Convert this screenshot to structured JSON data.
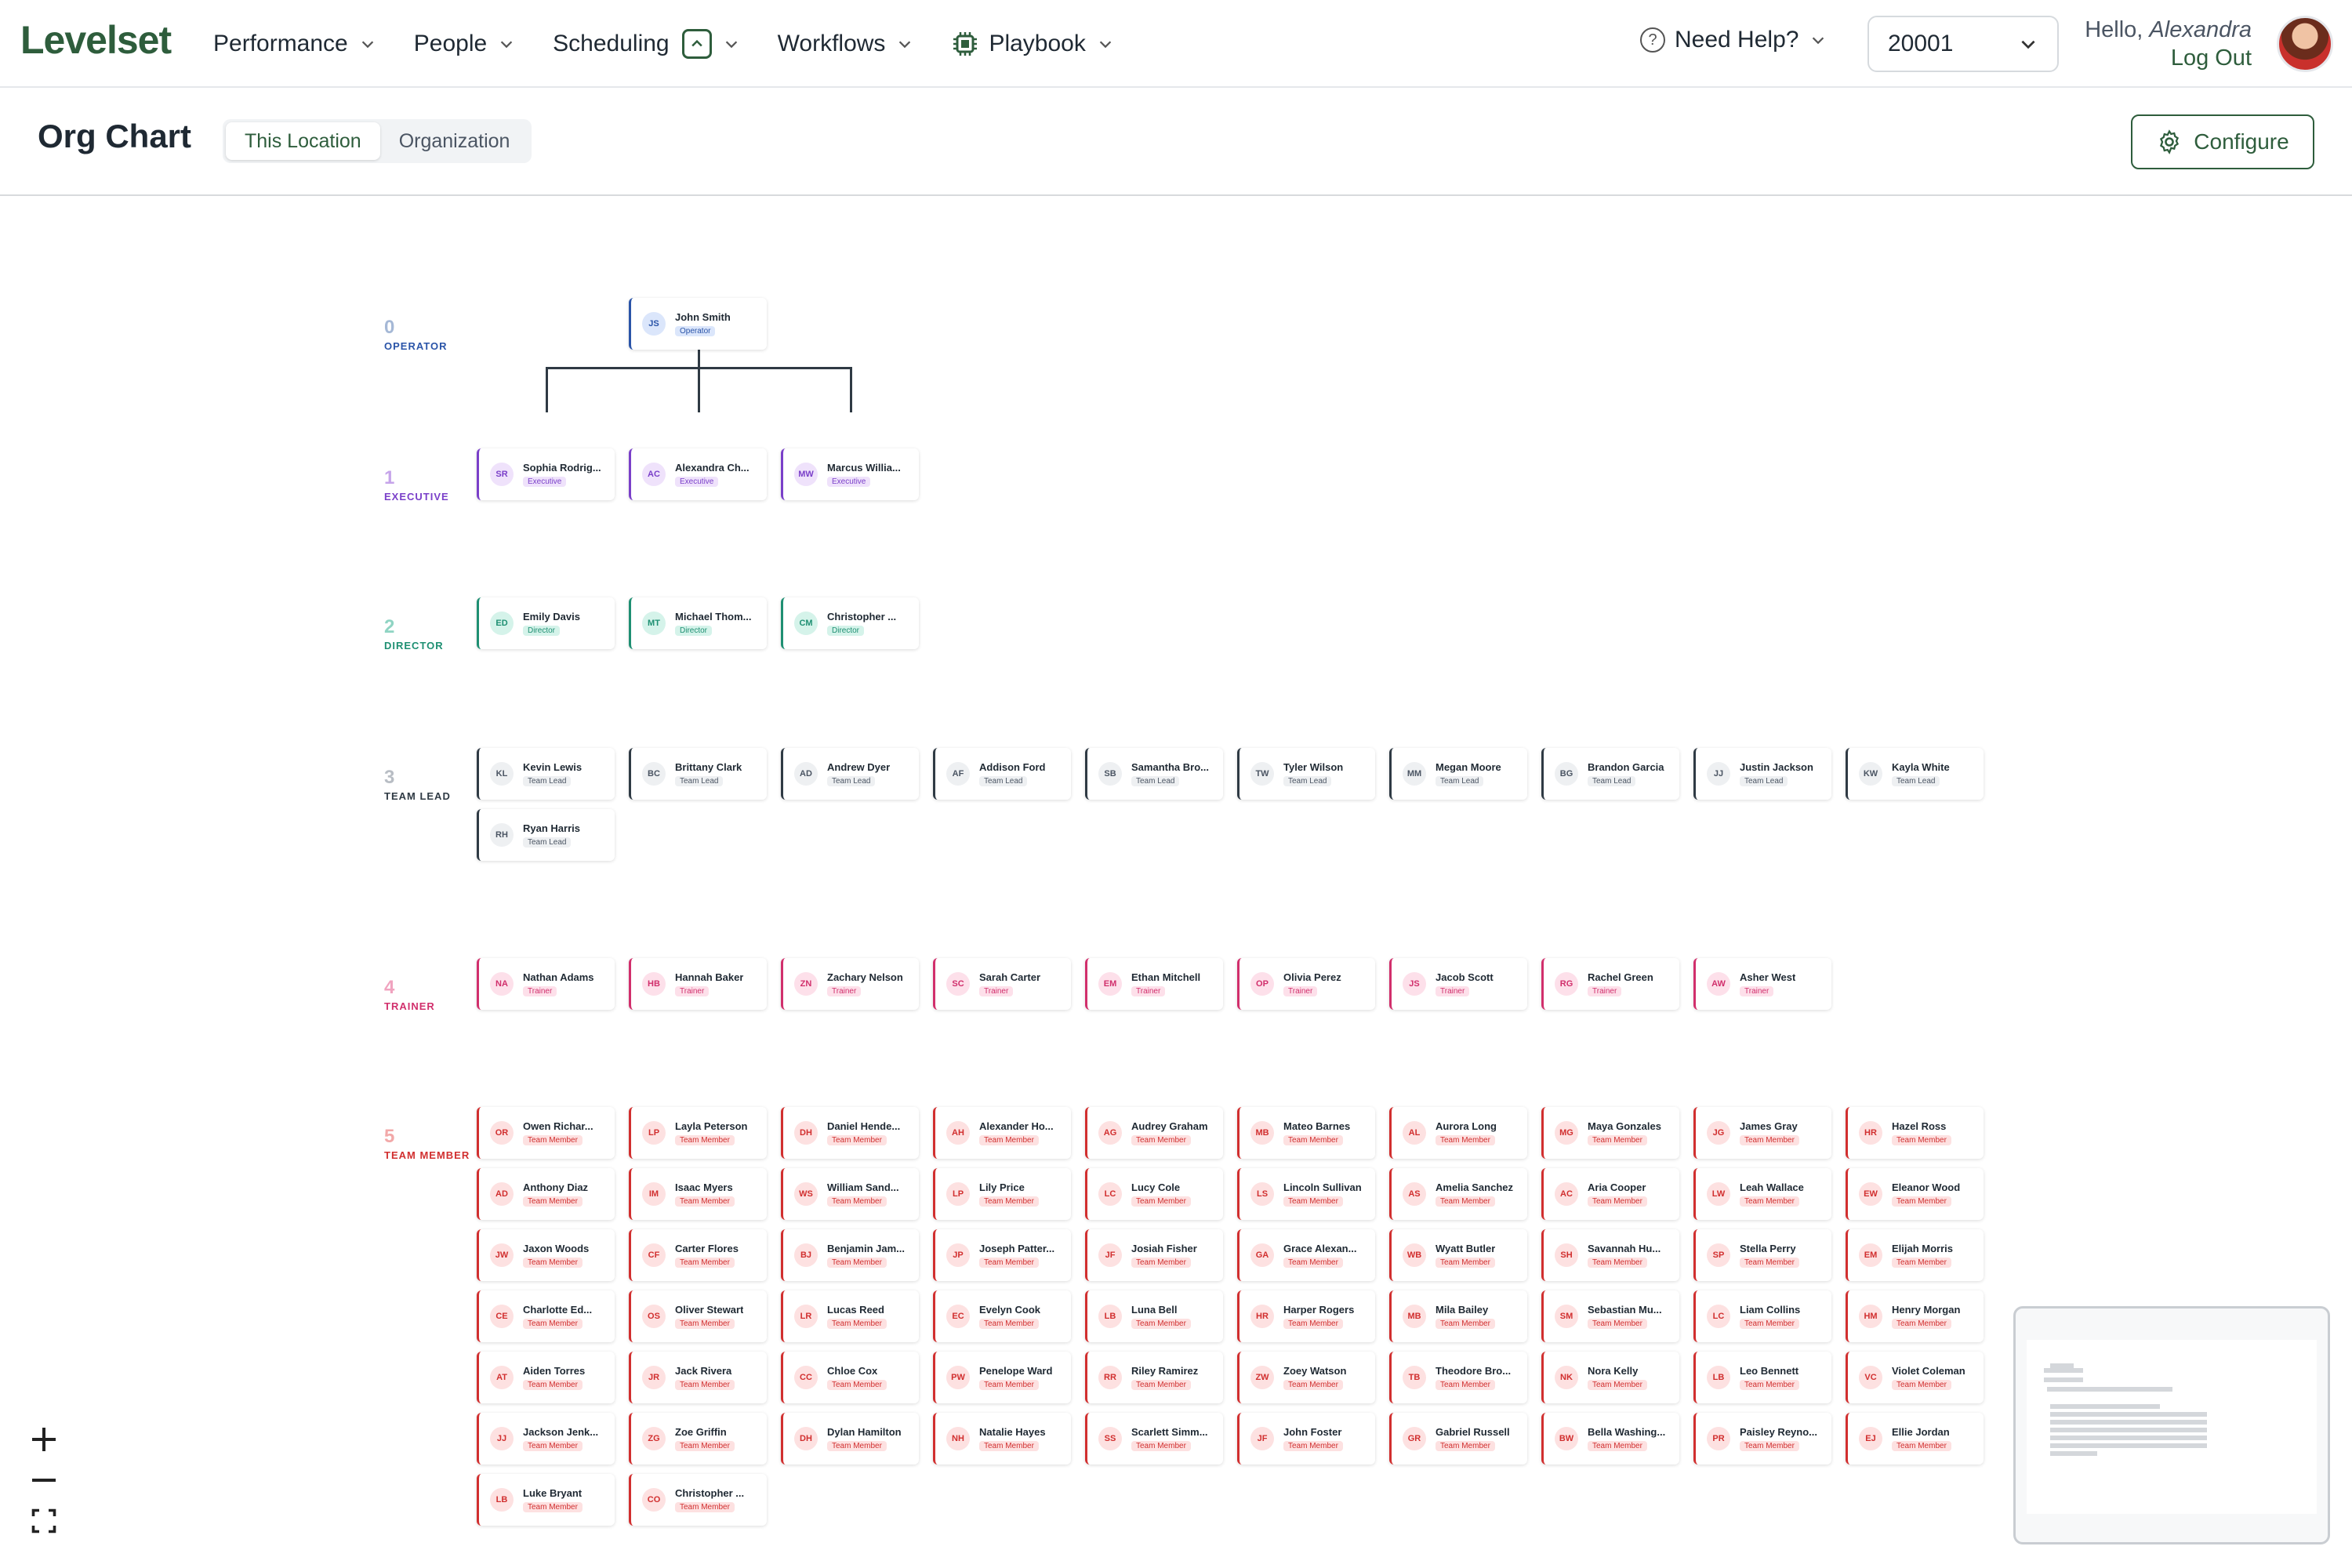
{
  "brand": {
    "logo": "Levelset"
  },
  "nav": {
    "items": [
      {
        "label": "Performance"
      },
      {
        "label": "People"
      },
      {
        "label": "Scheduling"
      },
      {
        "label": "Workflows"
      },
      {
        "label": "Playbook"
      }
    ],
    "help": "Need Help?",
    "location": "20001",
    "greeting_prefix": "Hello,",
    "user_name": "Alexandra",
    "logout": "Log Out"
  },
  "page": {
    "title": "Org Chart",
    "tabs": [
      {
        "label": "This Location",
        "active": true
      },
      {
        "label": "Organization",
        "active": false
      }
    ],
    "configure": "Configure"
  },
  "levels": [
    {
      "number": "0",
      "name": "OPERATOR",
      "color": "#a5b8d6",
      "label_color": "#2a54a8",
      "card_border": "#2a54a8",
      "badge_bg": "#dbe6fb",
      "badge_fg": "#2a54a8",
      "avatar_bg": "#dbe6fb",
      "members": [
        {
          "initials": "JS",
          "name": "John Smith",
          "role": "Operator"
        }
      ]
    },
    {
      "number": "1",
      "name": "EXECUTIVE",
      "color": "#c6a4ea",
      "label_color": "#7a3fc9",
      "card_border": "#7a3fc9",
      "badge_bg": "#efe2fb",
      "badge_fg": "#7a3fc9",
      "avatar_bg": "#efe2fb",
      "members": [
        {
          "initials": "SR",
          "name": "Sophia Rodrig...",
          "role": "Executive"
        },
        {
          "initials": "AC",
          "name": "Alexandra Ch...",
          "role": "Executive"
        },
        {
          "initials": "MW",
          "name": "Marcus Willia...",
          "role": "Executive"
        }
      ]
    },
    {
      "number": "2",
      "name": "DIRECTOR",
      "color": "#8fd4c3",
      "label_color": "#1e8f72",
      "card_border": "#1e8f72",
      "badge_bg": "#d5f3ea",
      "badge_fg": "#1e8f72",
      "avatar_bg": "#d5f3ea",
      "members": [
        {
          "initials": "ED",
          "name": "Emily Davis",
          "role": "Director"
        },
        {
          "initials": "MT",
          "name": "Michael Thom...",
          "role": "Director"
        },
        {
          "initials": "CM",
          "name": "Christopher ...",
          "role": "Director"
        }
      ]
    },
    {
      "number": "3",
      "name": "TEAM LEAD",
      "color": "#b8bdc4",
      "label_color": "#2f3a44",
      "card_border": "#2f3a44",
      "badge_bg": "#eef0f2",
      "badge_fg": "#4b5563",
      "avatar_bg": "#eef0f2",
      "members": [
        {
          "initials": "KL",
          "name": "Kevin Lewis",
          "role": "Team Lead"
        },
        {
          "initials": "BC",
          "name": "Brittany Clark",
          "role": "Team Lead"
        },
        {
          "initials": "AD",
          "name": "Andrew Dyer",
          "role": "Team Lead"
        },
        {
          "initials": "AF",
          "name": "Addison Ford",
          "role": "Team Lead"
        },
        {
          "initials": "SB",
          "name": "Samantha Bro...",
          "role": "Team Lead"
        },
        {
          "initials": "TW",
          "name": "Tyler Wilson",
          "role": "Team Lead"
        },
        {
          "initials": "MM",
          "name": "Megan Moore",
          "role": "Team Lead"
        },
        {
          "initials": "BG",
          "name": "Brandon Garcia",
          "role": "Team Lead"
        },
        {
          "initials": "JJ",
          "name": "Justin Jackson",
          "role": "Team Lead"
        },
        {
          "initials": "KW",
          "name": "Kayla White",
          "role": "Team Lead"
        },
        {
          "initials": "RH",
          "name": "Ryan Harris",
          "role": "Team Lead"
        }
      ]
    },
    {
      "number": "4",
      "name": "TRAINER",
      "color": "#f0a3bf",
      "label_color": "#d12f6c",
      "card_border": "#d12f6c",
      "badge_bg": "#fde0ea",
      "badge_fg": "#d12f6c",
      "avatar_bg": "#fde0ea",
      "members": [
        {
          "initials": "NA",
          "name": "Nathan Adams",
          "role": "Trainer"
        },
        {
          "initials": "HB",
          "name": "Hannah Baker",
          "role": "Trainer"
        },
        {
          "initials": "ZN",
          "name": "Zachary Nelson",
          "role": "Trainer"
        },
        {
          "initials": "SC",
          "name": "Sarah Carter",
          "role": "Trainer"
        },
        {
          "initials": "EM",
          "name": "Ethan Mitchell",
          "role": "Trainer"
        },
        {
          "initials": "OP",
          "name": "Olivia Perez",
          "role": "Trainer"
        },
        {
          "initials": "JS",
          "name": "Jacob Scott",
          "role": "Trainer"
        },
        {
          "initials": "RG",
          "name": "Rachel Green",
          "role": "Trainer"
        },
        {
          "initials": "AW",
          "name": "Asher West",
          "role": "Trainer"
        }
      ]
    },
    {
      "number": "5",
      "name": "TEAM MEMBER",
      "color": "#f2a8a8",
      "label_color": "#d12f2f",
      "card_border": "#d12f2f",
      "badge_bg": "#fde1e1",
      "badge_fg": "#d12f2f",
      "avatar_bg": "#fde1e1",
      "members": [
        {
          "initials": "OR",
          "name": "Owen Richar...",
          "role": "Team Member"
        },
        {
          "initials": "LP",
          "name": "Layla Peterson",
          "role": "Team Member"
        },
        {
          "initials": "DH",
          "name": "Daniel Hende...",
          "role": "Team Member"
        },
        {
          "initials": "AH",
          "name": "Alexander Ho...",
          "role": "Team Member"
        },
        {
          "initials": "AG",
          "name": "Audrey Graham",
          "role": "Team Member"
        },
        {
          "initials": "MB",
          "name": "Mateo Barnes",
          "role": "Team Member"
        },
        {
          "initials": "AL",
          "name": "Aurora Long",
          "role": "Team Member"
        },
        {
          "initials": "MG",
          "name": "Maya Gonzales",
          "role": "Team Member"
        },
        {
          "initials": "JG",
          "name": "James Gray",
          "role": "Team Member"
        },
        {
          "initials": "HR",
          "name": "Hazel Ross",
          "role": "Team Member"
        },
        {
          "initials": "AD",
          "name": "Anthony Diaz",
          "role": "Team Member"
        },
        {
          "initials": "IM",
          "name": "Isaac Myers",
          "role": "Team Member"
        },
        {
          "initials": "WS",
          "name": "William Sand...",
          "role": "Team Member"
        },
        {
          "initials": "LP",
          "name": "Lily Price",
          "role": "Team Member"
        },
        {
          "initials": "LC",
          "name": "Lucy Cole",
          "role": "Team Member"
        },
        {
          "initials": "LS",
          "name": "Lincoln Sullivan",
          "role": "Team Member"
        },
        {
          "initials": "AS",
          "name": "Amelia Sanchez",
          "role": "Team Member"
        },
        {
          "initials": "AC",
          "name": "Aria Cooper",
          "role": "Team Member"
        },
        {
          "initials": "LW",
          "name": "Leah Wallace",
          "role": "Team Member"
        },
        {
          "initials": "EW",
          "name": "Eleanor Wood",
          "role": "Team Member"
        },
        {
          "initials": "JW",
          "name": "Jaxon Woods",
          "role": "Team Member"
        },
        {
          "initials": "CF",
          "name": "Carter Flores",
          "role": "Team Member"
        },
        {
          "initials": "BJ",
          "name": "Benjamin Jam...",
          "role": "Team Member"
        },
        {
          "initials": "JP",
          "name": "Joseph Patter...",
          "role": "Team Member"
        },
        {
          "initials": "JF",
          "name": "Josiah Fisher",
          "role": "Team Member"
        },
        {
          "initials": "GA",
          "name": "Grace Alexan...",
          "role": "Team Member"
        },
        {
          "initials": "WB",
          "name": "Wyatt Butler",
          "role": "Team Member"
        },
        {
          "initials": "SH",
          "name": "Savannah Hu...",
          "role": "Team Member"
        },
        {
          "initials": "SP",
          "name": "Stella Perry",
          "role": "Team Member"
        },
        {
          "initials": "EM",
          "name": "Elijah Morris",
          "role": "Team Member"
        },
        {
          "initials": "CE",
          "name": "Charlotte Ed...",
          "role": "Team Member"
        },
        {
          "initials": "OS",
          "name": "Oliver Stewart",
          "role": "Team Member"
        },
        {
          "initials": "LR",
          "name": "Lucas Reed",
          "role": "Team Member"
        },
        {
          "initials": "EC",
          "name": "Evelyn Cook",
          "role": "Team Member"
        },
        {
          "initials": "LB",
          "name": "Luna Bell",
          "role": "Team Member"
        },
        {
          "initials": "HR",
          "name": "Harper Rogers",
          "role": "Team Member"
        },
        {
          "initials": "MB",
          "name": "Mila Bailey",
          "role": "Team Member"
        },
        {
          "initials": "SM",
          "name": "Sebastian Mu...",
          "role": "Team Member"
        },
        {
          "initials": "LC",
          "name": "Liam Collins",
          "role": "Team Member"
        },
        {
          "initials": "HM",
          "name": "Henry Morgan",
          "role": "Team Member"
        },
        {
          "initials": "AT",
          "name": "Aiden Torres",
          "role": "Team Member"
        },
        {
          "initials": "JR",
          "name": "Jack Rivera",
          "role": "Team Member"
        },
        {
          "initials": "CC",
          "name": "Chloe Cox",
          "role": "Team Member"
        },
        {
          "initials": "PW",
          "name": "Penelope Ward",
          "role": "Team Member"
        },
        {
          "initials": "RR",
          "name": "Riley Ramirez",
          "role": "Team Member"
        },
        {
          "initials": "ZW",
          "name": "Zoey Watson",
          "role": "Team Member"
        },
        {
          "initials": "TB",
          "name": "Theodore Bro...",
          "role": "Team Member"
        },
        {
          "initials": "NK",
          "name": "Nora Kelly",
          "role": "Team Member"
        },
        {
          "initials": "LB",
          "name": "Leo Bennett",
          "role": "Team Member"
        },
        {
          "initials": "VC",
          "name": "Violet Coleman",
          "role": "Team Member"
        },
        {
          "initials": "JJ",
          "name": "Jackson Jenk...",
          "role": "Team Member"
        },
        {
          "initials": "ZG",
          "name": "Zoe Griffin",
          "role": "Team Member"
        },
        {
          "initials": "DH",
          "name": "Dylan Hamilton",
          "role": "Team Member"
        },
        {
          "initials": "NH",
          "name": "Natalie Hayes",
          "role": "Team Member"
        },
        {
          "initials": "SS",
          "name": "Scarlett Simm...",
          "role": "Team Member"
        },
        {
          "initials": "JF",
          "name": "John Foster",
          "role": "Team Member"
        },
        {
          "initials": "GR",
          "name": "Gabriel Russell",
          "role": "Team Member"
        },
        {
          "initials": "BW",
          "name": "Bella Washing...",
          "role": "Team Member"
        },
        {
          "initials": "PR",
          "name": "Paisley Reyno...",
          "role": "Team Member"
        },
        {
          "initials": "EJ",
          "name": "Ellie Jordan",
          "role": "Team Member"
        },
        {
          "initials": "LB",
          "name": "Luke Bryant",
          "role": "Team Member"
        },
        {
          "initials": "CO",
          "name": "Christopher ...",
          "role": "Team Member"
        }
      ]
    }
  ],
  "icons": {
    "chevron": "chevron-down-icon",
    "scheduling": "chevron-up-box-icon",
    "playbook": "chip-icon",
    "help": "question-circle-icon",
    "configure": "gear-icon",
    "zoom_in": "plus-icon",
    "zoom_out": "minus-icon",
    "fit": "fullscreen-icon"
  }
}
